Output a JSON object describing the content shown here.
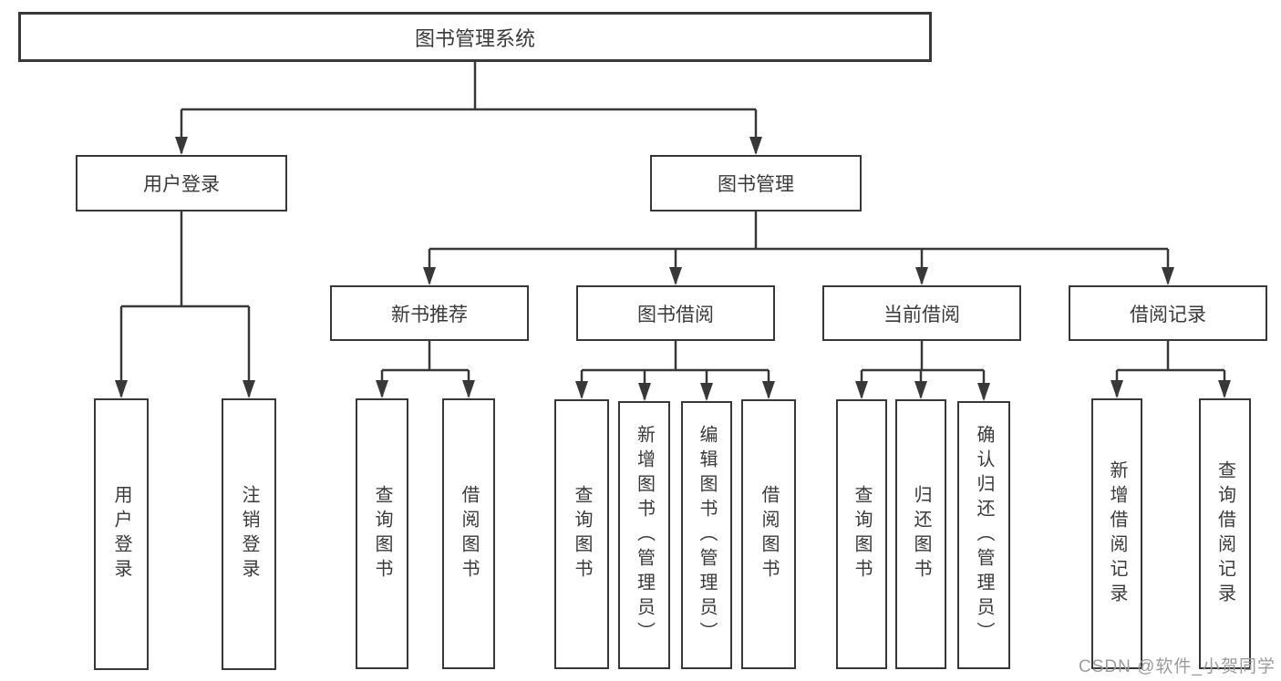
{
  "diagram": {
    "type": "hierarchy-flowchart",
    "watermark": "CSDN @软件_小贺同学",
    "colors": {
      "line": "#383838",
      "box_border": "#383838",
      "box_background": "#ffffff",
      "text": "#3a3a3a",
      "watermark": "#9b9b9b",
      "page_background": "#ffffff"
    },
    "tree": {
      "label": "图书管理系统",
      "children": [
        {
          "label": "用户登录",
          "children": [
            {
              "label": "用户登录"
            },
            {
              "label": "注销登录"
            }
          ]
        },
        {
          "label": "图书管理",
          "children": [
            {
              "label": "新书推荐",
              "children": [
                {
                  "label": "查询图书"
                },
                {
                  "label": "借阅图书"
                }
              ]
            },
            {
              "label": "图书借阅",
              "children": [
                {
                  "label": "查询图书"
                },
                {
                  "label": "新增图书（管理员）"
                },
                {
                  "label": "编辑图书（管理员）"
                },
                {
                  "label": "借阅图书"
                }
              ]
            },
            {
              "label": "当前借阅",
              "children": [
                {
                  "label": "查询图书"
                },
                {
                  "label": "归还图书"
                },
                {
                  "label": "确认归还（管理员）"
                }
              ]
            },
            {
              "label": "借阅记录",
              "children": [
                {
                  "label": "新增借阅记录"
                },
                {
                  "label": "查询借阅记录"
                }
              ]
            }
          ]
        }
      ]
    }
  }
}
